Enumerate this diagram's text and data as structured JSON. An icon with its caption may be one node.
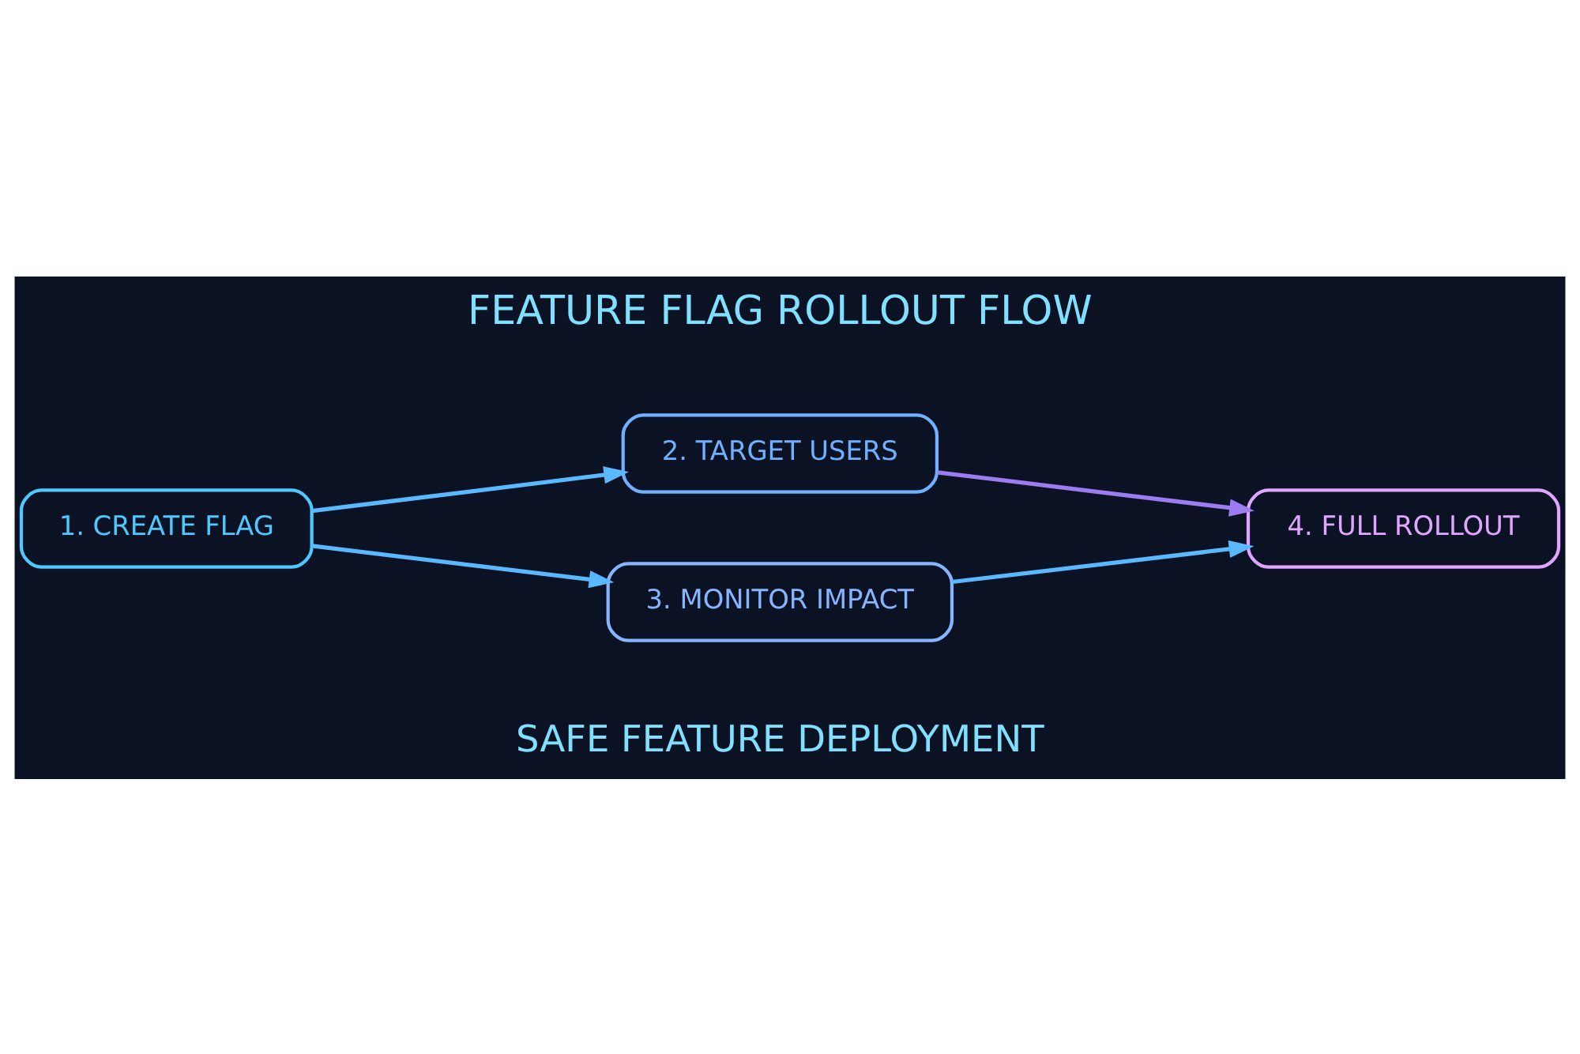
{
  "diagram": {
    "title": "FEATURE FLAG ROLLOUT FLOW",
    "caption": "SAFE FEATURE DEPLOYMENT",
    "nodes": [
      {
        "text": [
          "1. CREATE FLAG"
        ]
      },
      {
        "text": [
          "2. TARGET USERS"
        ]
      },
      {
        "text": [
          "4. FULL ROLLOUT"
        ]
      },
      {
        "text": [
          "3. MONITOR IMPACT"
        ]
      }
    ],
    "edges": [
      {
        "from": 0,
        "to": 1,
        "arrow": "to"
      },
      {
        "from": 1,
        "to": 2,
        "arrow": "to",
        "color": "#9d7cf2"
      },
      {
        "from": 0,
        "to": 3,
        "arrow": "to"
      },
      {
        "from": 3,
        "to": 2,
        "arrow": "to"
      }
    ]
  }
}
